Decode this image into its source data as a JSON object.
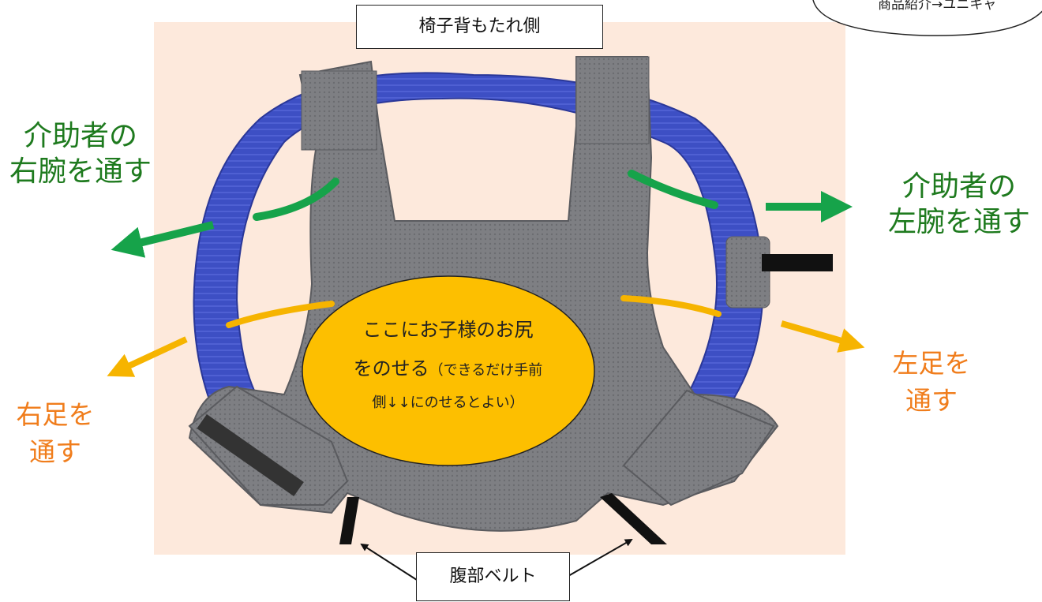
{
  "top_box": "椅子背もたれ側",
  "top_right_note": "商品紹介→ユニキャ",
  "left_top_label": [
    "介助者の",
    "右腕を通す"
  ],
  "right_top_label": [
    "介助者の",
    "左腕を通す"
  ],
  "left_bottom_label": [
    "右足を",
    "通す"
  ],
  "right_bottom_label": [
    "左足を",
    "通す"
  ],
  "center": {
    "line1": "ここにお子様のお尻",
    "line2_main": "をのせる",
    "line2_small": "（できるだけ手前",
    "line3": "側↓↓にのせるとよい）"
  },
  "bottom_box": "腹部ベルト",
  "colors": {
    "background_panel": "#fde9dc",
    "vest_gray": "#7e7f83",
    "belt_blue": "#3d4fc4",
    "arrow_green": "#16a34a",
    "arrow_orange": "#f6b400",
    "ellipse_fill": "#fdbf00"
  }
}
